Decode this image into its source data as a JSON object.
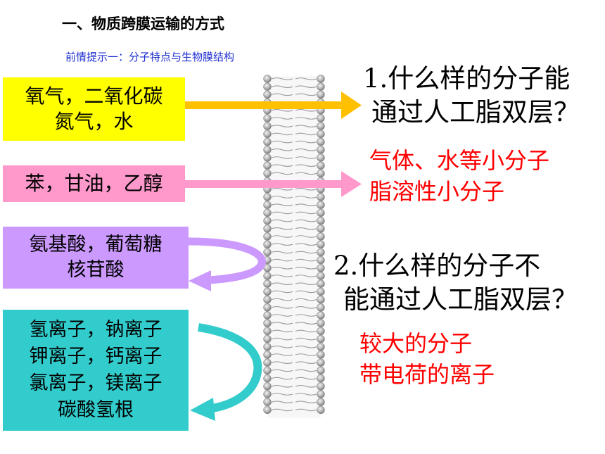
{
  "title": "一、物质跨膜运输的方式",
  "subtitle": "前情提示一：分子特点与生物膜结构",
  "boxes": [
    {
      "lines": [
        "氧气，二氧化碳",
        "氮气，水"
      ],
      "color": "#ffff00"
    },
    {
      "lines": [
        "苯，甘油，乙醇"
      ],
      "color": "#ff99cc"
    },
    {
      "lines": [
        "氨基酸，葡萄糖",
        "核苷酸"
      ],
      "color": "#cc99ff"
    },
    {
      "lines": [
        "氢离子，钠离子",
        "钾离子，钙离子",
        "氯离子，镁离子",
        "碳酸氢根"
      ],
      "color": "#33cccc"
    }
  ],
  "question1": {
    "lines": [
      "1.什么样的分子能",
      "通过人工脂双层？"
    ]
  },
  "answer1": {
    "lines": [
      "气体、水等小分子",
      "脂溶性小分子"
    ]
  },
  "question2": {
    "lines": [
      "2.什么样的分子不",
      "能通过人工脂双层？"
    ]
  },
  "answer2": {
    "lines": [
      "较大的分子",
      "带电荷的离子"
    ]
  },
  "colors": {
    "arrow_yellow": "#ffc000",
    "arrow_pink": "#ff99cc",
    "arrow_purple": "#cc99ff",
    "arrow_teal": "#33cccc",
    "answer_red": "#ff0000",
    "subtitle_blue": "#1f2fd0",
    "membrane_head": "#a8a8a8"
  }
}
